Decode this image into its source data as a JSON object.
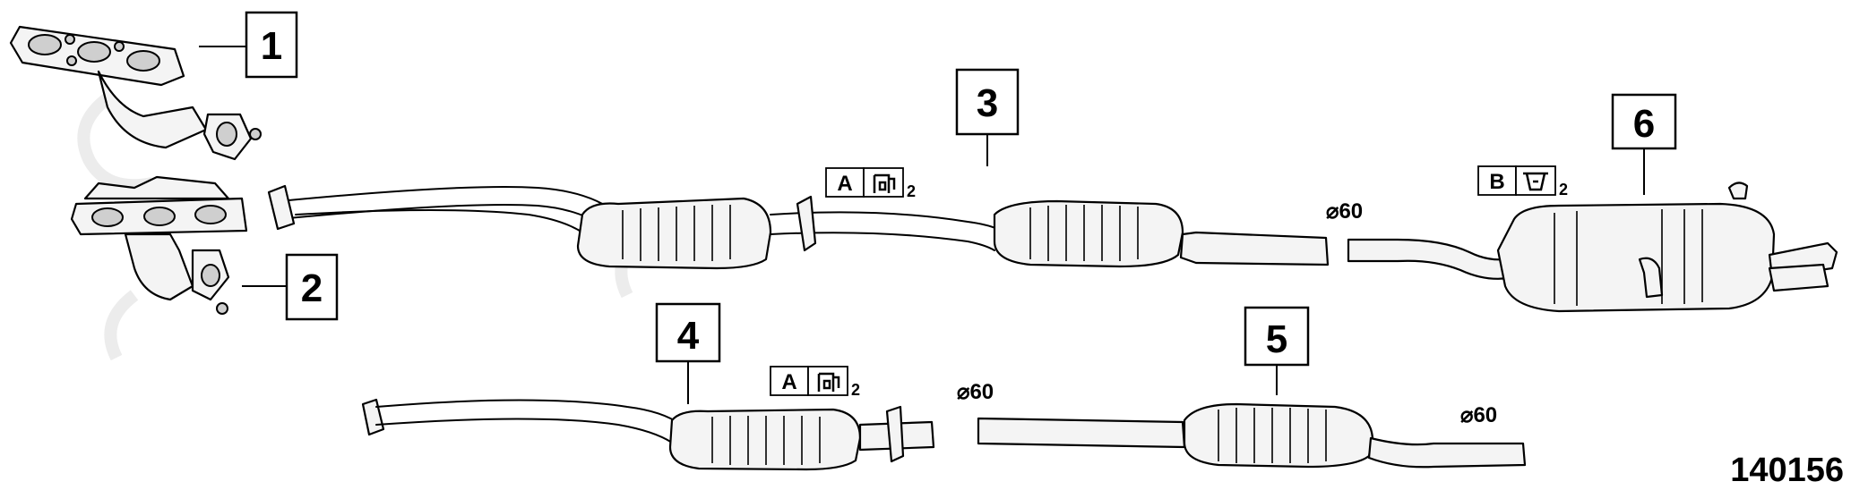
{
  "diagram_number": "140156",
  "callouts": [
    {
      "label": "1"
    },
    {
      "label": "2"
    },
    {
      "label": "3"
    },
    {
      "label": "4"
    },
    {
      "label": "5"
    },
    {
      "label": "6"
    }
  ],
  "diameter_labels": [
    "⌀60",
    "⌀60",
    "⌀60"
  ],
  "hanger_tags": [
    {
      "letter": "A",
      "qty": "2"
    },
    {
      "letter": "A",
      "qty": "2"
    },
    {
      "letter": "B",
      "qty": "2"
    }
  ]
}
